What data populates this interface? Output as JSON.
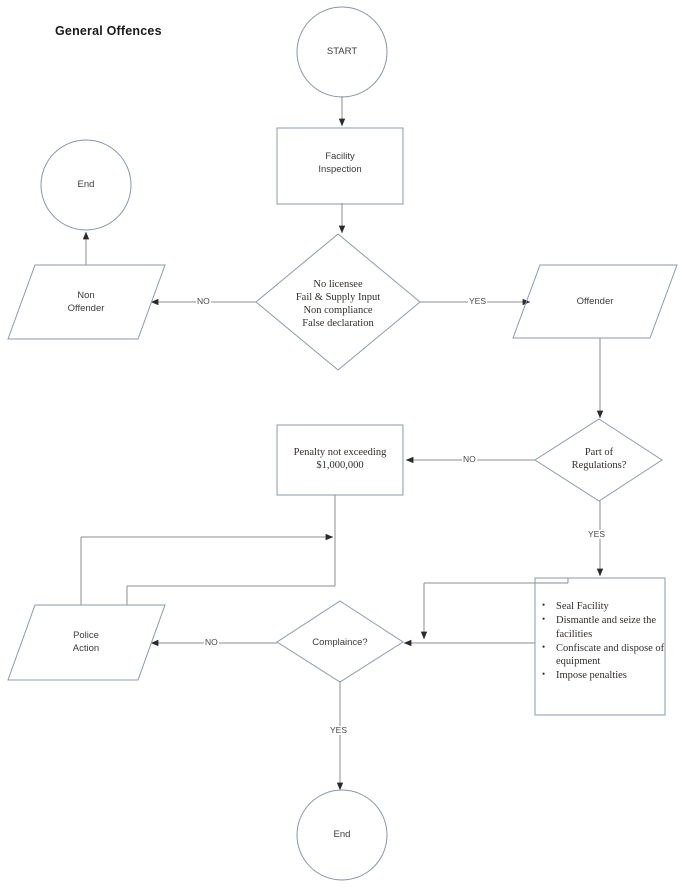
{
  "diagram": {
    "title": "General Offences",
    "type": "flowchart",
    "nodes": [
      {
        "id": "start",
        "shape": "circle",
        "label": "START"
      },
      {
        "id": "end_top",
        "shape": "circle",
        "label": "End"
      },
      {
        "id": "inspection",
        "shape": "rectangle",
        "label": "Facility\nInspection",
        "line1": "Facility",
        "line2": "Inspection"
      },
      {
        "id": "violation",
        "shape": "diamond",
        "label": "No licensee Fail & Supply Input Non compliance False declaration",
        "lines": [
          "No licensee",
          "Fail & Supply Input",
          "Non compliance",
          "False declaration"
        ]
      },
      {
        "id": "non_offender",
        "shape": "parallelogram",
        "label": "Non Offender",
        "line1": "Non",
        "line2": "Offender"
      },
      {
        "id": "offender",
        "shape": "parallelogram",
        "label": "Offender"
      },
      {
        "id": "regulations",
        "shape": "diamond",
        "label": "Part of Regulations?",
        "line1": "Part of",
        "line2": "Regulations?"
      },
      {
        "id": "penalty",
        "shape": "rectangle",
        "label": "Penalty not exceeding $1,000,000",
        "line1": "Penalty not exceeding",
        "line2": "$1,000,000"
      },
      {
        "id": "actions",
        "shape": "rectangle",
        "label": "Seal Facility; Dismantle and seize the facilities; Confiscate and dispose of equipment; Impose penalties",
        "items": [
          "Seal Facility",
          "Dismantle and seize the facilities",
          "Confiscate and dispose of equipment",
          "Impose penalties"
        ]
      },
      {
        "id": "compliance",
        "shape": "diamond",
        "label": "Complaince?"
      },
      {
        "id": "police",
        "shape": "parallelogram",
        "label": "Police Action",
        "line1": "Police",
        "line2": "Action"
      },
      {
        "id": "end_bottom",
        "shape": "circle",
        "label": "End"
      }
    ],
    "edge_labels": {
      "violation_no": "NO",
      "violation_yes": "YES",
      "regulations_no": "NO",
      "regulations_yes": "YES",
      "compliance_no": "NO",
      "compliance_yes": "YES"
    },
    "colors": {
      "stroke": "#7f7f7f",
      "shape_accent": "#9fb6cd",
      "text": "#3c3c3c",
      "title": "#1a1a1a",
      "background": "#ffffff"
    }
  }
}
